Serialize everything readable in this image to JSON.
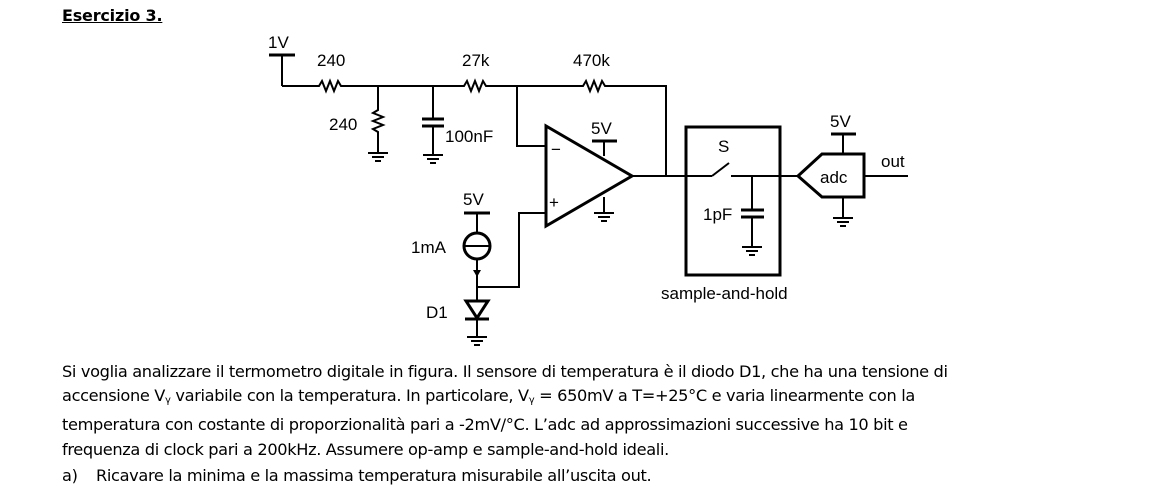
{
  "exercise": {
    "title": "Esercizio 3."
  },
  "circuit": {
    "supply_1v": "1V",
    "r_series_top": "240",
    "r_shunt": "240",
    "capacitor_filter": "100nF",
    "r_input": "27k",
    "r_feedback": "470k",
    "opamp_supply": "5V",
    "opamp_minus": "−",
    "opamp_plus": "+",
    "current_source_supply": "5V",
    "current_source_value": "1mA",
    "diode_label": "D1",
    "switch_label": "S",
    "hold_capacitor": "1pF",
    "sample_hold_label": "sample-and-hold",
    "adc_supply": "5V",
    "adc_label": "adc",
    "output_label": "out"
  },
  "text": {
    "line1": "Si voglia analizzare il termometro digitale in figura. Il sensore di temperatura è il diodo D1, che ha una tensione di",
    "line2_a": "accensione V",
    "line2_sub1": "γ",
    "line2_b": " variabile con la temperatura. In particolare, V",
    "line2_sub2": "γ",
    "line2_c": " = 650mV a T=+25°C e varia linearmente con la",
    "line3": "temperatura con costante di proporzionalità pari a -2mV/°C. L’adc ad approssimazioni successive ha 10 bit e",
    "line4": "frequenza di clock pari a 200kHz. Assumere op-amp e sample-and-hold ideali.",
    "question_a_label": "a)",
    "question_a": "Ricavare la minima e la massima temperatura misurabile all’uscita out."
  }
}
